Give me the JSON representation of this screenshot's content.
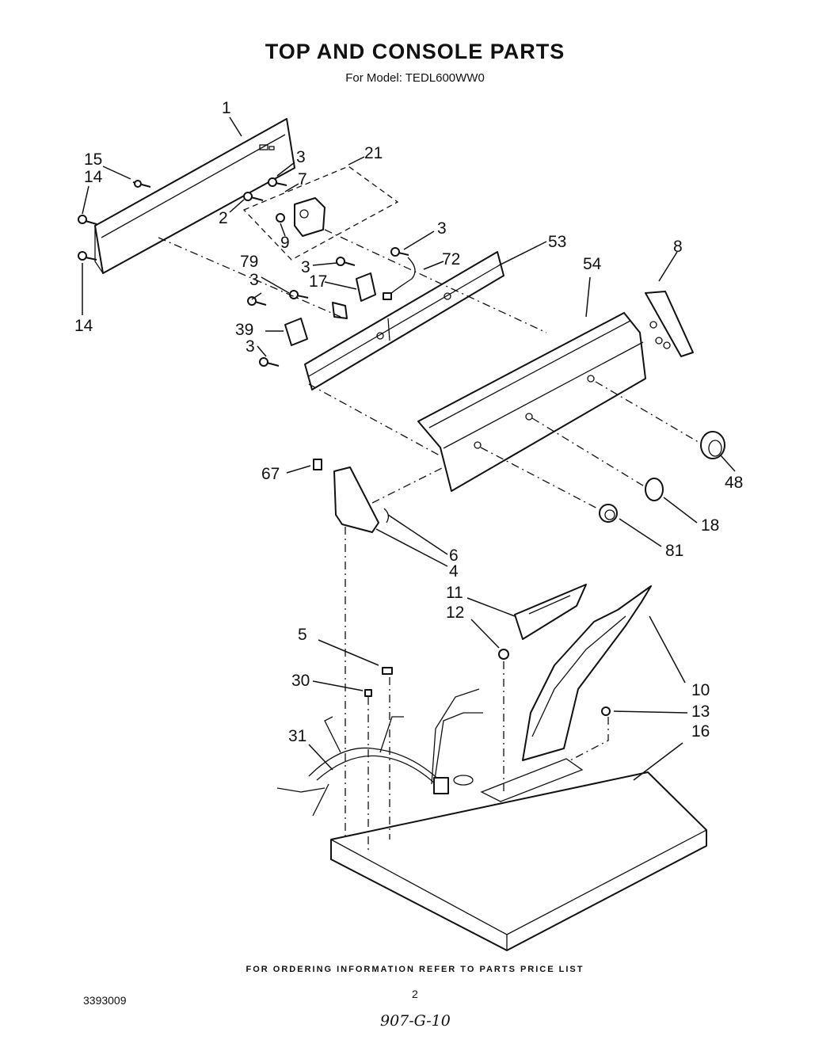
{
  "header": {
    "title": "TOP AND CONSOLE PARTS",
    "subtitle": "For Model: TEDL600WW0"
  },
  "callouts": [
    "1",
    "15",
    "14",
    "14",
    "3",
    "21",
    "7",
    "2",
    "9",
    "3",
    "53",
    "72",
    "8",
    "3",
    "79",
    "17",
    "54",
    "3",
    "39",
    "3",
    "67",
    "48",
    "18",
    "81",
    "6",
    "4",
    "11",
    "12",
    "10",
    "5",
    "30",
    "13",
    "31",
    "16"
  ],
  "footer": {
    "ordering_note": "FOR ORDERING INFORMATION REFER TO PARTS PRICE LIST",
    "document_number": "3393009",
    "page_number": "2",
    "handwritten_note": "907-G-10"
  }
}
